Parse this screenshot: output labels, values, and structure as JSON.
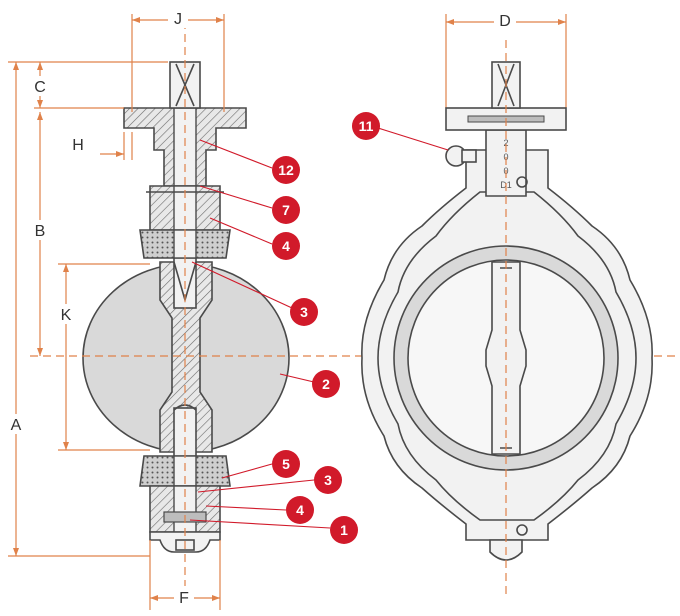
{
  "dimensions": {
    "A": "A",
    "B": "B",
    "C": "C",
    "D": "D",
    "F": "F",
    "H": "H",
    "J": "J",
    "K": "K"
  },
  "callouts": [
    "1",
    "2",
    "3",
    "3",
    "4",
    "4",
    "5",
    "7",
    "11",
    "12"
  ],
  "body_marking": [
    "2",
    "0",
    "0",
    "D1"
  ],
  "colors": {
    "callout": "#d11a2a",
    "dimension_line": "#e0824a",
    "outline": "#4a4a4a"
  }
}
